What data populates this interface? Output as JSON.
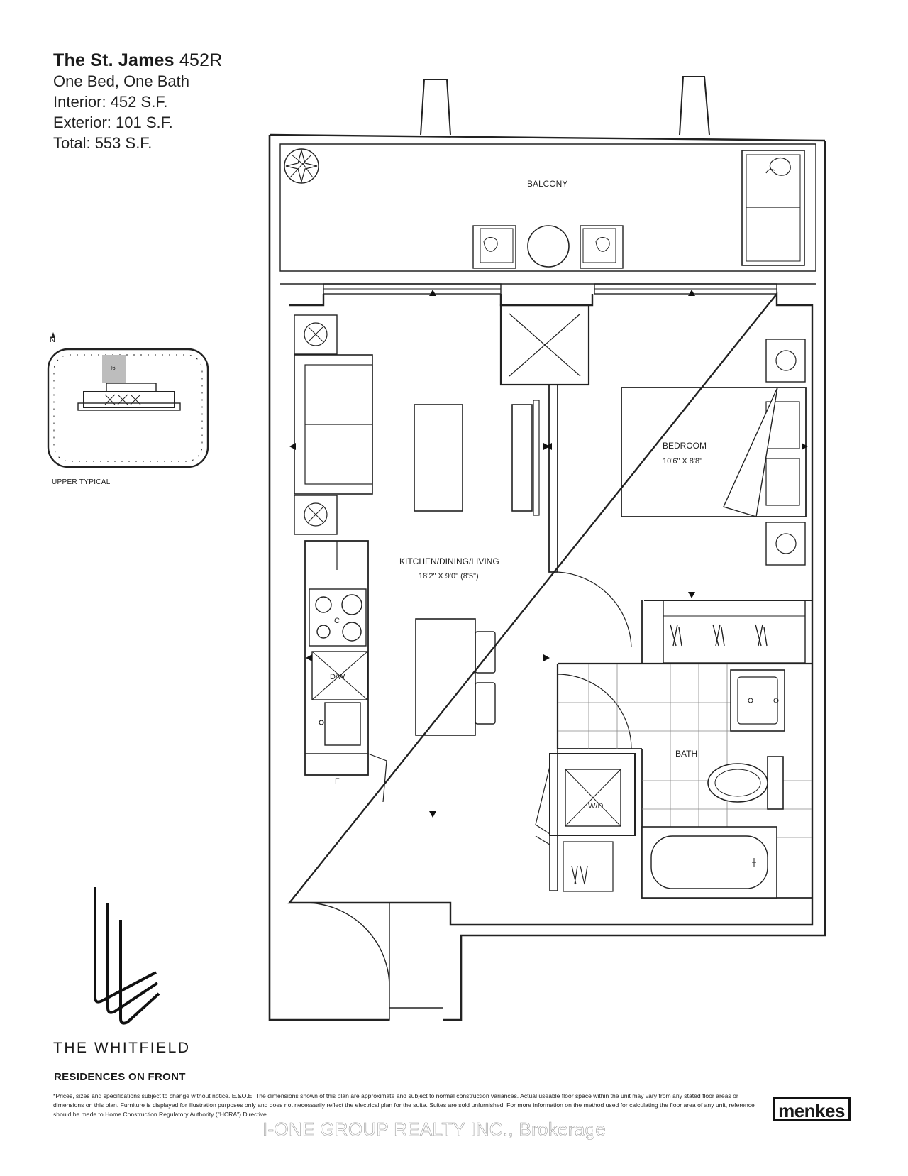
{
  "header": {
    "title": "The St. James",
    "unit_number": "452R",
    "bed_bath": "One Bed, One Bath",
    "interior": "Interior: 452 S.F.",
    "exterior": "Exterior: 101 S.F.",
    "total": "Total: 553 S.F."
  },
  "keyplan": {
    "north": "N",
    "unit_mark": "I6",
    "label": "UPPER TYPICAL"
  },
  "rooms": {
    "balcony": "BALCONY",
    "bedroom": "BEDROOM",
    "bedroom_dims": "10'6\" X 8'8\"",
    "kitchen": "KITCHEN/DINING/LIVING",
    "kitchen_dims": "18'2\" X 9'0\" (8'5\")",
    "bath": "BATH",
    "dishwasher": "D/W",
    "fridge": "F",
    "washer_dryer": "W/D",
    "cooktop": "C"
  },
  "brand": {
    "name": "THE WHITFIELD",
    "sub": "RESIDENCES ON FRONT",
    "developer": "menkes"
  },
  "disclaimer": "*Prices, sizes and specifications subject to change without notice. E.&O.E. The dimensions shown of this plan are approximate and subject to normal construction variances. Actual useable floor space within the unit may vary from any stated floor areas or dimensions on this plan. Furniture is displayed for illustration purposes only and does not necessarily reflect the electrical plan for the suite. Suites are sold unfurnished. For more information on the method used for calculating the floor area of any unit, reference should be made to Home Construction Regulatory Authority (\"HCRA\") Directive.",
  "watermark": "I-ONE GROUP REALTY INC., Brokerage"
}
